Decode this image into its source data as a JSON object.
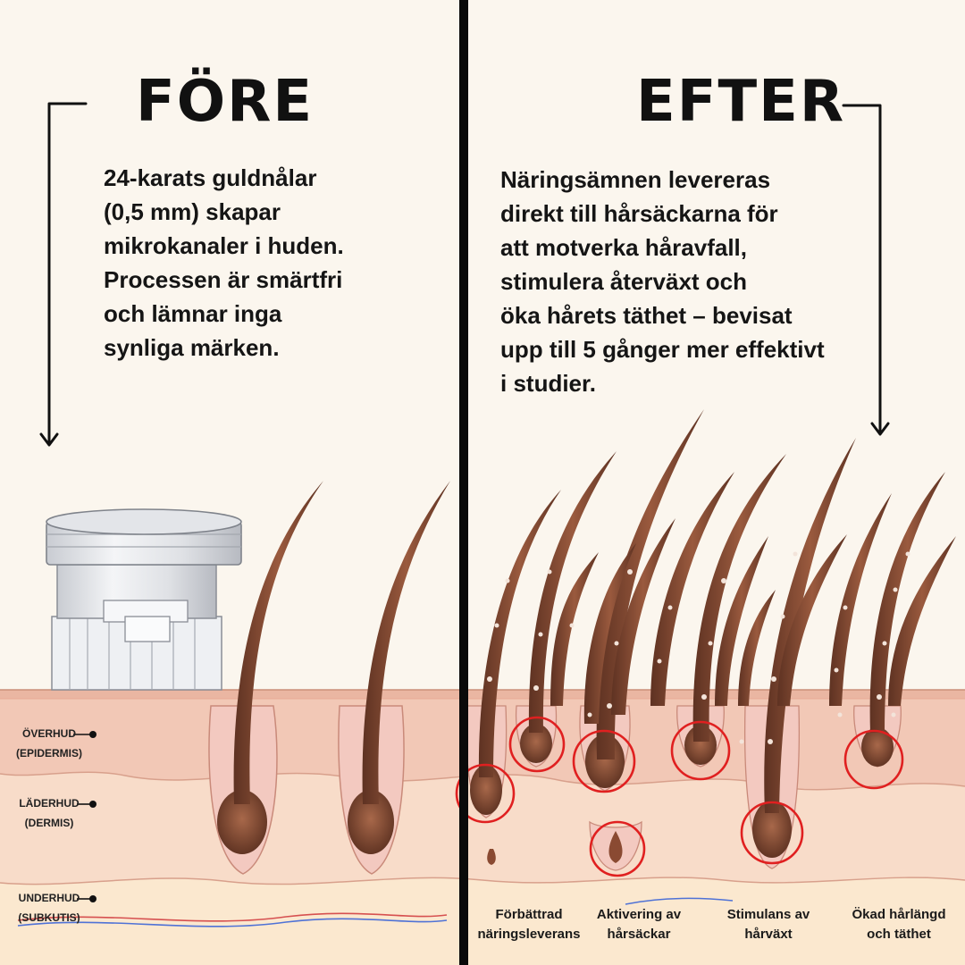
{
  "before": {
    "heading": "FÖRE",
    "lines": [
      "24-karats guldnålar",
      "(0,5 mm) skapar",
      "mikrokanaler i huden.",
      "Processen är smärtfri",
      "och lämnar inga",
      "synliga märken."
    ]
  },
  "after": {
    "heading": "EFTER",
    "lines": [
      "Näringsämnen levereras",
      "direkt till hårsäckarna för",
      "att motverka håravfall,",
      "stimulera återväxt och",
      "öka hårets täthet – bevisat",
      "upp till 5 gånger mer effektivt",
      "i studier."
    ]
  },
  "layers": [
    {
      "name": "ÖVERHUD",
      "latin": "(EPIDERMIS)"
    },
    {
      "name": "LÄDERHUD",
      "latin": "(DERMIS)"
    },
    {
      "name": "UNDERHUD",
      "latin": "(SUBKUTIS)"
    }
  ],
  "benefits": [
    {
      "line1": "Förbättrad",
      "line2": "näringsleverans"
    },
    {
      "line1": "Aktivering av",
      "line2": "hårsäckar"
    },
    {
      "line1": "Stimulans av",
      "line2": "hårväxt"
    },
    {
      "line1": "Ökad hårlängd",
      "line2": "och täthet"
    }
  ],
  "colors": {
    "background": "#fbf6ee",
    "epidermis": "#f2c8b6",
    "dermis": "#f8dcc9",
    "subcutis": "#fbe8cf",
    "hair": "#7a4530",
    "highlight_circle": "#e02020",
    "divider": "#0a0a0a"
  },
  "icons": [
    "derma-stamp-device-icon",
    "arrow-down-icon"
  ]
}
